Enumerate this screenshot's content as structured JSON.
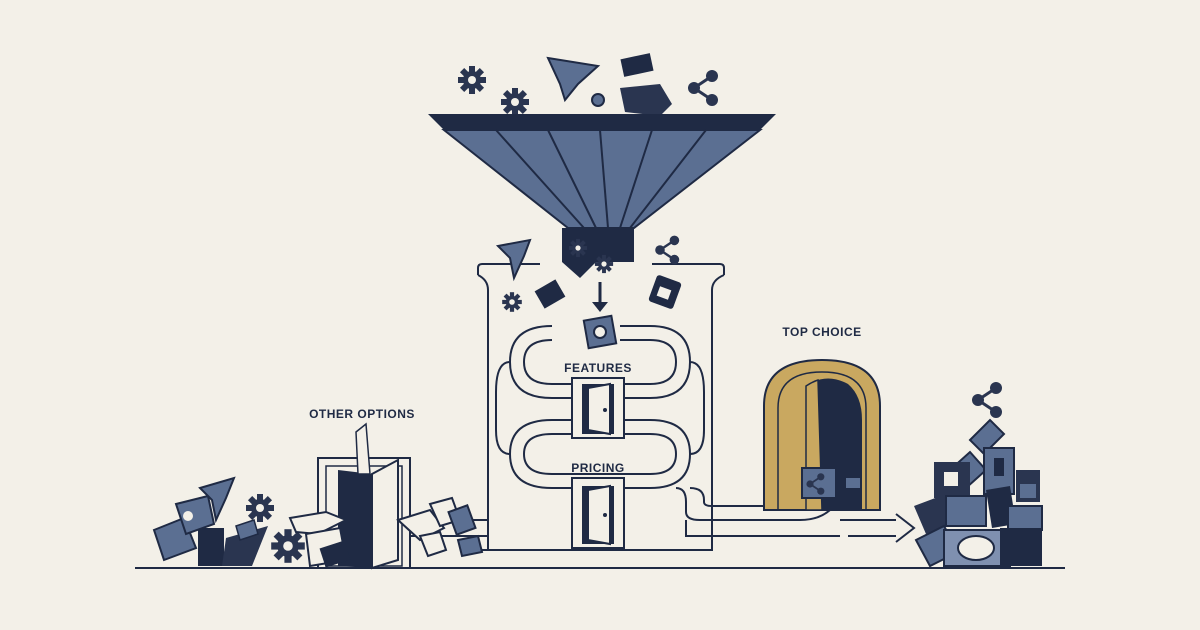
{
  "labels": {
    "top_choice": "TOP CHOICE",
    "other_options": "OTHER OPTIONS",
    "features": "FEATURES",
    "pricing": "PRICING"
  },
  "colors": {
    "background": "#f3f0e8",
    "navy": "#1f2a44",
    "slate": "#5b6f92",
    "slate_light": "#7f90b0",
    "gold": "#c9a860",
    "outline": "#1f2a44"
  },
  "icons": [
    "gear-icon",
    "funnel-icon",
    "share-node-icon",
    "tag-icon",
    "door-icon",
    "arrow-down-icon",
    "arrow-right-icon",
    "puzzle-piece-icon"
  ]
}
